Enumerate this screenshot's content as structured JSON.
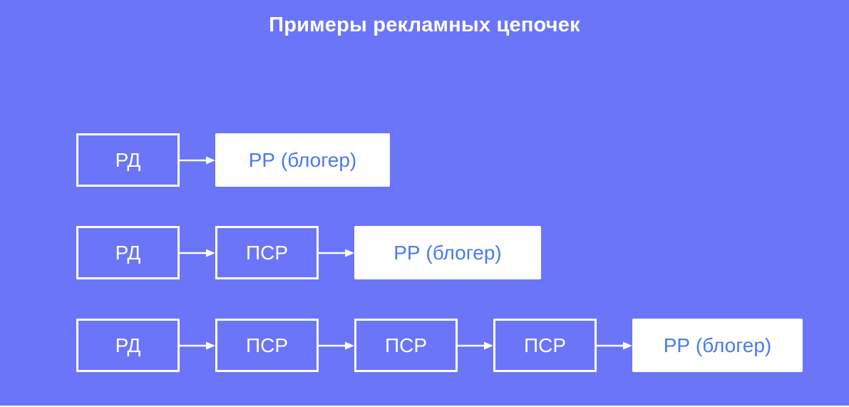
{
  "title": "Примеры рекламных цепочек",
  "colors": {
    "background": "#6B75F7",
    "title_text": "#FFFFFF",
    "box_border": "#FFFFFF",
    "box_text": "#FFFFFF",
    "final_box_fill": "#FFFFFF",
    "final_box_text": "#4B79F2",
    "arrow": "#FFFFFF"
  },
  "chains": [
    {
      "nodes": [
        {
          "label": "РД",
          "style": "outlined"
        },
        {
          "label": "РР (блогер)",
          "style": "filled"
        }
      ]
    },
    {
      "nodes": [
        {
          "label": "РД",
          "style": "outlined"
        },
        {
          "label": "ПСР",
          "style": "outlined"
        },
        {
          "label": "РР (блогер)",
          "style": "filled"
        }
      ]
    },
    {
      "nodes": [
        {
          "label": "РД",
          "style": "outlined"
        },
        {
          "label": "ПСР",
          "style": "outlined"
        },
        {
          "label": "ПСР",
          "style": "outlined"
        },
        {
          "label": "ПСР",
          "style": "outlined"
        },
        {
          "label": "РР (блогер)",
          "style": "filled"
        }
      ]
    }
  ]
}
